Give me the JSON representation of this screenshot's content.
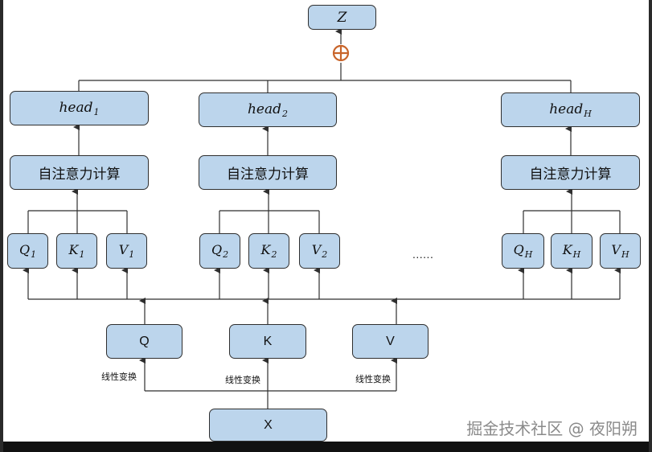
{
  "output": {
    "symbol": "Z"
  },
  "concat_symbol": "⊕",
  "heads": [
    {
      "name": "head",
      "sub": "1"
    },
    {
      "name": "head",
      "sub": "2"
    },
    {
      "name": "head",
      "sub": "H"
    }
  ],
  "attention_label": "自注意力计算",
  "qkv": [
    [
      {
        "name": "Q",
        "sub": "1"
      },
      {
        "name": "K",
        "sub": "1"
      },
      {
        "name": "V",
        "sub": "1"
      }
    ],
    [
      {
        "name": "Q",
        "sub": "2"
      },
      {
        "name": "K",
        "sub": "2"
      },
      {
        "name": "V",
        "sub": "2"
      }
    ],
    [
      {
        "name": "Q",
        "sub": "H"
      },
      {
        "name": "K",
        "sub": "H"
      },
      {
        "name": "V",
        "sub": "H"
      }
    ]
  ],
  "ellipsis": "......",
  "projections": [
    {
      "label": "Q",
      "transform": "线性变换"
    },
    {
      "label": "K",
      "transform": "线性变换"
    },
    {
      "label": "V",
      "transform": "线性变换"
    }
  ],
  "input": {
    "label": "X"
  },
  "watermark": "掘金技术社区 @ 夜阳朔",
  "colors": {
    "box_fill": "#bcd5ec",
    "plus": "#c8642a",
    "line": "#2f2f2f"
  }
}
